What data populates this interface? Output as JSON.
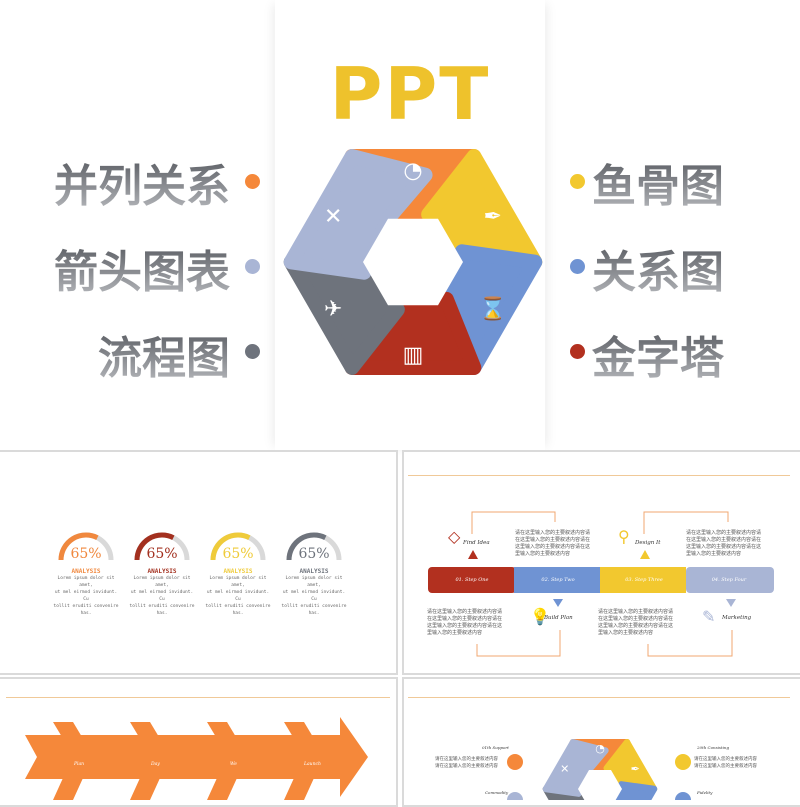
{
  "cover": {
    "title": "PPT",
    "left_labels": [
      {
        "text": "并列关系",
        "dot": "#f5883a"
      },
      {
        "text": "箭头图表",
        "dot": "#a9b5d5"
      },
      {
        "text": "流程图",
        "dot": "#6e737c"
      }
    ],
    "right_labels": [
      {
        "text": "鱼骨图",
        "dot": "#f2c82f"
      },
      {
        "text": "关系图",
        "dot": "#6f93d3"
      },
      {
        "text": "金字塔",
        "dot": "#b2301f"
      }
    ],
    "hexagon": {
      "segments": [
        {
          "color": "#f5883a",
          "icon": "speedometer-icon"
        },
        {
          "color": "#f2c82f",
          "icon": "pen-nib-icon"
        },
        {
          "color": "#6f93d3",
          "icon": "hourglass-icon"
        },
        {
          "color": "#b2301f",
          "icon": "map-icon"
        },
        {
          "color": "#6e737c",
          "icon": "airplane-icon"
        },
        {
          "color": "#a9b5d5",
          "icon": "tools-icon"
        }
      ]
    }
  },
  "gauges": [
    {
      "value": "65%",
      "percent": 65,
      "color": "#f0883e",
      "title": "ANALYSIS",
      "text": [
        "Lorem ipsum dolor sit amet,",
        "ut mel eirmod invidunt. Cu",
        "tollit eruditi convenire has."
      ]
    },
    {
      "value": "65%",
      "percent": 65,
      "color": "#a3301f",
      "title": "ANALYSIS",
      "text": [
        "Lorem ipsum dolor sit amet,",
        "ut mel eirmod invidunt. Cu",
        "tollit eruditi convenire has."
      ]
    },
    {
      "value": "65%",
      "percent": 65,
      "color": "#efcb3a",
      "title": "ANALYSIS",
      "text": [
        "Lorem ipsum dolor sit amet,",
        "ut mel eirmod invidunt. Cu",
        "tollit eruditi convenire has."
      ]
    },
    {
      "value": "65%",
      "percent": 65,
      "color": "#6e737c",
      "title": "ANALYSIS",
      "text": [
        "Lorem ipsum dolor sit amet,",
        "ut mel eirmod invidunt. Cu",
        "tollit eruditi convenire has."
      ]
    }
  ],
  "process": {
    "steps": [
      {
        "label": "01. Step One",
        "color": "#b2301f"
      },
      {
        "label": "02. Step Two",
        "color": "#6f93d3"
      },
      {
        "label": "03. Step Three",
        "color": "#f2c82f"
      },
      {
        "label": "04. Step Four",
        "color": "#a9b5d5"
      }
    ],
    "milestones": [
      {
        "title": "Find Idea",
        "icon": "diamond-icon"
      },
      {
        "title": "Build Plan",
        "icon": "lightbulb-icon"
      },
      {
        "title": "Design It",
        "icon": "magnifier-icon"
      },
      {
        "title": "Marketing",
        "icon": "pencil-icon"
      }
    ],
    "paragraph": "请在这里输入您的主要叙述内容请在这里输入您的主要叙述内容请在这里输入您的主要叙述内容请在这里输入您的主要叙述内容"
  },
  "fishbone": {
    "color": "#f5883a",
    "labels": [
      "Plan",
      "Day",
      "We",
      "Launch"
    ]
  },
  "relation": {
    "items": [
      {
        "title": "01th Support",
        "color": "#f5883a",
        "text": [
          "请在这里输入您的主要叙述内容",
          "请在这里输入您的主要叙述内容"
        ]
      },
      {
        "title": "20th Consisting",
        "color": "#f2c82f",
        "text": [
          "请在这里输入您的主要叙述内容",
          "请在这里输入您的主要叙述内容"
        ]
      },
      {
        "title": "Commodity"
      },
      {
        "title": "Fidelity"
      }
    ]
  }
}
